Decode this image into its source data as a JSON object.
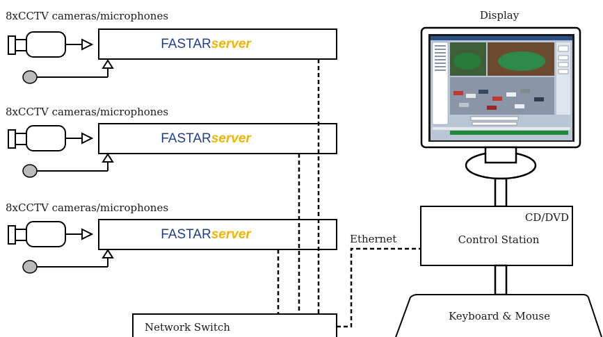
{
  "servers": [
    {
      "camera_label": "8xCCTV cameras/microphones",
      "brand": "FASTAR",
      "brand_suffix": "server"
    },
    {
      "camera_label": "8xCCTV cameras/microphones",
      "brand": "FASTAR",
      "brand_suffix": "server"
    },
    {
      "camera_label": "8xCCTV cameras/microphones",
      "brand": "FASTAR",
      "brand_suffix": "server"
    }
  ],
  "display": {
    "label": "Display"
  },
  "control_station": {
    "cd_label": "CD/DVD",
    "label": "Control Station"
  },
  "keyboard": {
    "label": "Keyboard & Mouse"
  },
  "network_switch": {
    "label": "Network Switch"
  },
  "ethernet": {
    "label": "Ethernet"
  },
  "colors": {
    "brand_blue": "#1f3f8f",
    "brand_yellow": "#f2b400",
    "stroke": "#000000",
    "timeline_green": "#1f8a3a"
  }
}
